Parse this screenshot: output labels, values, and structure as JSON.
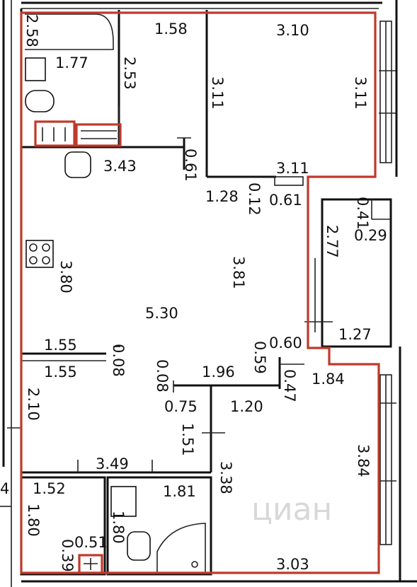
{
  "plan": {
    "watermark": "циан",
    "dimensions": {
      "bath_top_wall": "2.58",
      "wc_top_width": "1.77",
      "hall_top_width": "1.58",
      "room1_top_width": "3.10",
      "room1_right_height": "3.11",
      "hall_top_height": "2.53",
      "room1_left_height": "3.11",
      "room1_bottom_width": "3.11",
      "kitchen_top": "3.43",
      "door_061_a": "0.61",
      "wall_128": "1.28",
      "wall_012": "0.12",
      "door_061_b": "0.61",
      "closet_041": "0.41",
      "closet_029": "0.29",
      "balcony_277": "2.77",
      "kitchen_left": "3.80",
      "living_height": "3.81",
      "living_width": "5.30",
      "balcony_127": "1.27",
      "wall_060": "0.60",
      "niche_155_a": "1.55",
      "wall_008_a": "0.08",
      "wall_059": "0.59",
      "niche_155_b": "1.55",
      "wall_008_b": "0.08",
      "corridor_196": "1.96",
      "room2_top_184": "1.84",
      "wall_047": "0.47",
      "hall_left_210": "2.10",
      "door_075": "0.75",
      "corridor_120": "1.20",
      "corridor_151": "1.51",
      "room2_height": "3.84",
      "corridor_349": "3.49",
      "room2_left_338": "3.38",
      "bath_top_152": "1.52",
      "bath2_top_181": "1.81",
      "bath_left_180": "1.80",
      "bath2_left_180": "1.80",
      "shaft_051": "0.51",
      "shaft_039": "0.39",
      "room2_bottom_303": "3.03",
      "left_edge_4": "4"
    }
  }
}
